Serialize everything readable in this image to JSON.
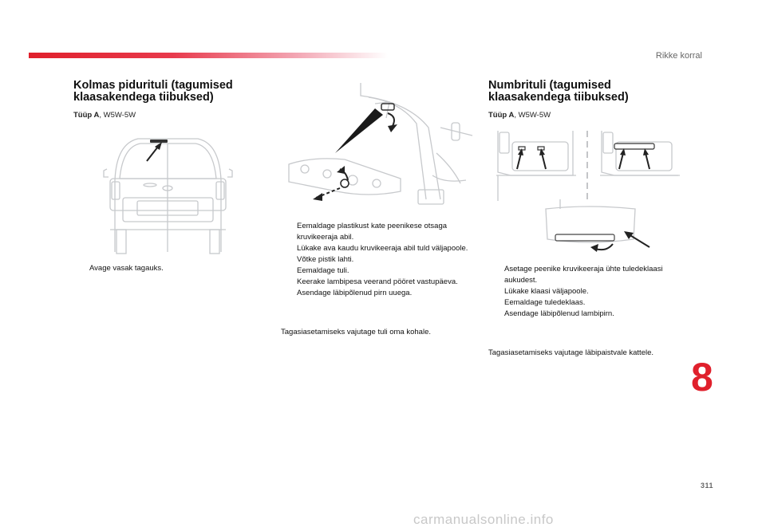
{
  "header": {
    "section": "Rikke korral"
  },
  "left": {
    "title": "Kolmas pidurituli (tagumised klaasakendega tiibuksed)",
    "type_label": "Tüüp A",
    "type_value": ", W5W-5W",
    "steps": [
      "Avage vasak tagauks."
    ]
  },
  "middle": {
    "steps": [
      "Eemaldage plastikust kate peenikese otsaga kruvikeeraja abil.",
      "Lükake ava kaudu kruvikeeraja abil tuld väljapoole.",
      "Võtke pistik lahti.",
      "Eemaldage tuli.",
      "Keerake lambipesa veerand pööret vastupäeva.",
      "Asendage läbipõlenud pirn uuega."
    ],
    "note": "Tagasiasetamiseks vajutage tuli oma kohale."
  },
  "right": {
    "title": "Numbrituli (tagumised klaasakendega tiibuksed)",
    "type_label": "Tüüp A",
    "type_value": ", W5W-5W",
    "steps": [
      "Asetage peenike kruvikeeraja ühte tuledeklaasi aukudest.",
      "Lükake klaasi väljapoole.",
      "Eemaldage tuledeklaas.",
      "Asendage läbipõlenud lambipirn."
    ],
    "note": "Tagasiasetamiseks vajutage läbipaistvale kattele."
  },
  "bullet_glyph": "",
  "chapter_number": "8",
  "page_number": "311",
  "watermark": "carmanualsonline.info"
}
